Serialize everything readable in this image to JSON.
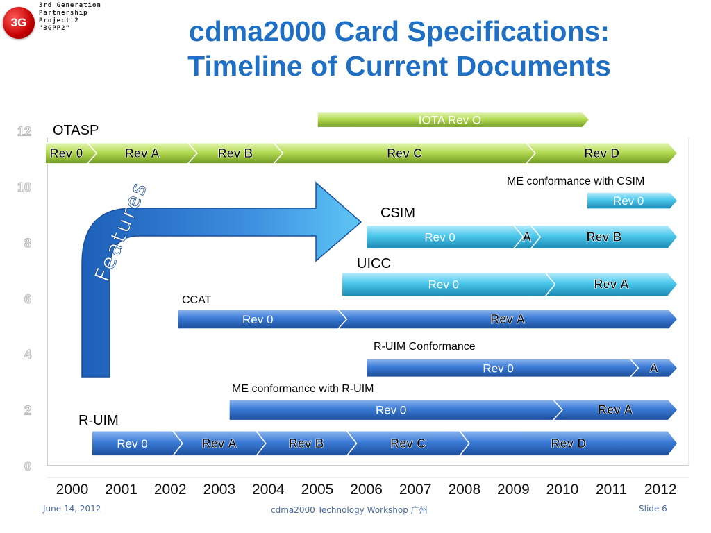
{
  "logo": {
    "mark": "3G",
    "lines": [
      "3rd Generation",
      "Partnership",
      "Project 2",
      "\"3GPP2\""
    ]
  },
  "title": {
    "line1": "cdma2000 Card Specifications:",
    "line2": "Timeline of Current Documents"
  },
  "features_label": "Features",
  "colors": {
    "title": "#1f6fc5",
    "green": "#a5cf42",
    "cyan": "#3fc4e8",
    "blue": "#2f6fc9",
    "rule": "#bfbfbf",
    "ytick": "#bdbdbd"
  },
  "chart_data": {
    "type": "timeline",
    "x_ticks": [
      "2000",
      "2001",
      "2002",
      "2003",
      "2004",
      "2005",
      "2006",
      "2007",
      "2008",
      "2009",
      "2010",
      "2011",
      "2012"
    ],
    "y_ticks": [
      "0",
      "2",
      "4",
      "6",
      "8",
      "10",
      "12"
    ],
    "ylim": [
      0,
      12
    ],
    "bars": [
      {
        "label": "",
        "color": "green",
        "y": 12.4,
        "height": 0.55,
        "segments": [
          {
            "start": 2005.0,
            "end": 2010.55,
            "text": "IOTA Rev O",
            "bold": false
          }
        ]
      },
      {
        "label": "OTASP",
        "color": "green",
        "y": 11.2,
        "height": 0.75,
        "segments": [
          {
            "start": 1999.45,
            "end": 2000.5,
            "text": "Rev 0",
            "bold": true
          },
          {
            "start": 2000.5,
            "end": 2002.55,
            "text": "Rev A",
            "bold": true
          },
          {
            "start": 2002.55,
            "end": 2004.3,
            "text": "Rev B",
            "bold": true
          },
          {
            "start": 2004.3,
            "end": 2009.45,
            "text": "Rev C",
            "bold": true
          },
          {
            "start": 2009.45,
            "end": 2012.35,
            "text": "Rev D",
            "bold": true
          }
        ]
      },
      {
        "label": "ME conformance with CSIM",
        "color": "cyan",
        "y": 9.5,
        "height": 0.6,
        "segments": [
          {
            "start": 2010.5,
            "end": 2012.35,
            "text": "Rev 0",
            "bold": false
          }
        ]
      },
      {
        "label": "CSIM",
        "color": "cyan",
        "y": 8.2,
        "height": 0.85,
        "segments": [
          {
            "start": 2006.0,
            "end": 2009.2,
            "text": "Rev 0",
            "bold": false
          },
          {
            "start": 2009.2,
            "end": 2009.55,
            "text": "A",
            "bold": true
          },
          {
            "start": 2009.55,
            "end": 2012.35,
            "text": "Rev B",
            "bold": true
          }
        ]
      },
      {
        "label": "UICC",
        "color": "cyan",
        "y": 6.5,
        "height": 0.85,
        "segments": [
          {
            "start": 2005.5,
            "end": 2009.85,
            "text": "Rev 0",
            "bold": false
          },
          {
            "start": 2009.85,
            "end": 2012.35,
            "text": "Rev A",
            "bold": true
          }
        ]
      },
      {
        "label": "CCAT",
        "color": "blue",
        "y": 5.25,
        "height": 0.7,
        "segments": [
          {
            "start": 2002.15,
            "end": 2005.6,
            "text": "Rev 0",
            "bold": false
          },
          {
            "start": 2005.6,
            "end": 2012.35,
            "text": "Rev A",
            "bold": true
          }
        ]
      },
      {
        "label": "R-UIM Conformance",
        "color": "blue",
        "y": 3.5,
        "height": 0.65,
        "segments": [
          {
            "start": 2006.0,
            "end": 2011.55,
            "text": "Rev 0",
            "bold": false
          },
          {
            "start": 2011.55,
            "end": 2012.35,
            "text": "A",
            "bold": true
          }
        ]
      },
      {
        "label": "ME conformance with R-UIM",
        "color": "blue",
        "y": 2.0,
        "height": 0.75,
        "segments": [
          {
            "start": 2003.2,
            "end": 2010.0,
            "text": "Rev 0",
            "bold": false
          },
          {
            "start": 2010.0,
            "end": 2012.35,
            "text": "Rev A",
            "bold": true
          }
        ]
      },
      {
        "label": "R-UIM",
        "color": "blue",
        "y": 0.8,
        "height": 0.9,
        "segments": [
          {
            "start": 2000.4,
            "end": 2002.25,
            "text": "Rev 0",
            "bold": false
          },
          {
            "start": 2002.25,
            "end": 2003.95,
            "text": "Rev A",
            "bold": true
          },
          {
            "start": 2003.95,
            "end": 2005.8,
            "text": "Rev B",
            "bold": true
          },
          {
            "start": 2005.8,
            "end": 2008.1,
            "text": "Rev C",
            "bold": true
          },
          {
            "start": 2008.1,
            "end": 2012.35,
            "text": "Rev D",
            "bold": true
          }
        ]
      }
    ]
  },
  "footer": {
    "date": "June 14, 2012",
    "center": "cdma2000 Technology Workshop 广州",
    "slide": "Slide 6"
  }
}
